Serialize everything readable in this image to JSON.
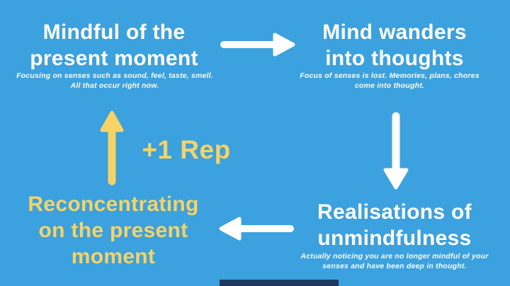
{
  "palette": {
    "background": "#3BA2DF",
    "text_white": "#ffffff",
    "accent_yellow": "#F6D362",
    "progress_bar_navy": "#1C3A5E"
  },
  "diagram": {
    "mindful": {
      "line1": "Mindful of the",
      "line2": "present moment",
      "sub1": "Focusing on senses such as sound, feel, taste, smell.",
      "sub2": "All that occur right now."
    },
    "wanders": {
      "line1": "Mind wanders",
      "line2": "into thoughts",
      "sub1": "Focus of senses is lost. Memories, plans, chores",
      "sub2": "come into thought."
    },
    "realisations": {
      "line1": "Realisations of",
      "line2": "unmindfulness",
      "sub1": "Actually noticing you are no longer mindful of your",
      "sub2": "senses and have been deep in thought."
    },
    "reconcentrating": {
      "line1": "Reconcentrating",
      "line2": "on the present",
      "line3": "moment"
    },
    "rep_label": "+1 Rep",
    "arrows": {
      "right": "arrow from mindful to mind-wanders",
      "down": "arrow from mind-wanders to realisations",
      "left": "arrow from realisations to reconcentrating",
      "up": "arrow from reconcentrating back to mindful (+1 rep)"
    }
  }
}
